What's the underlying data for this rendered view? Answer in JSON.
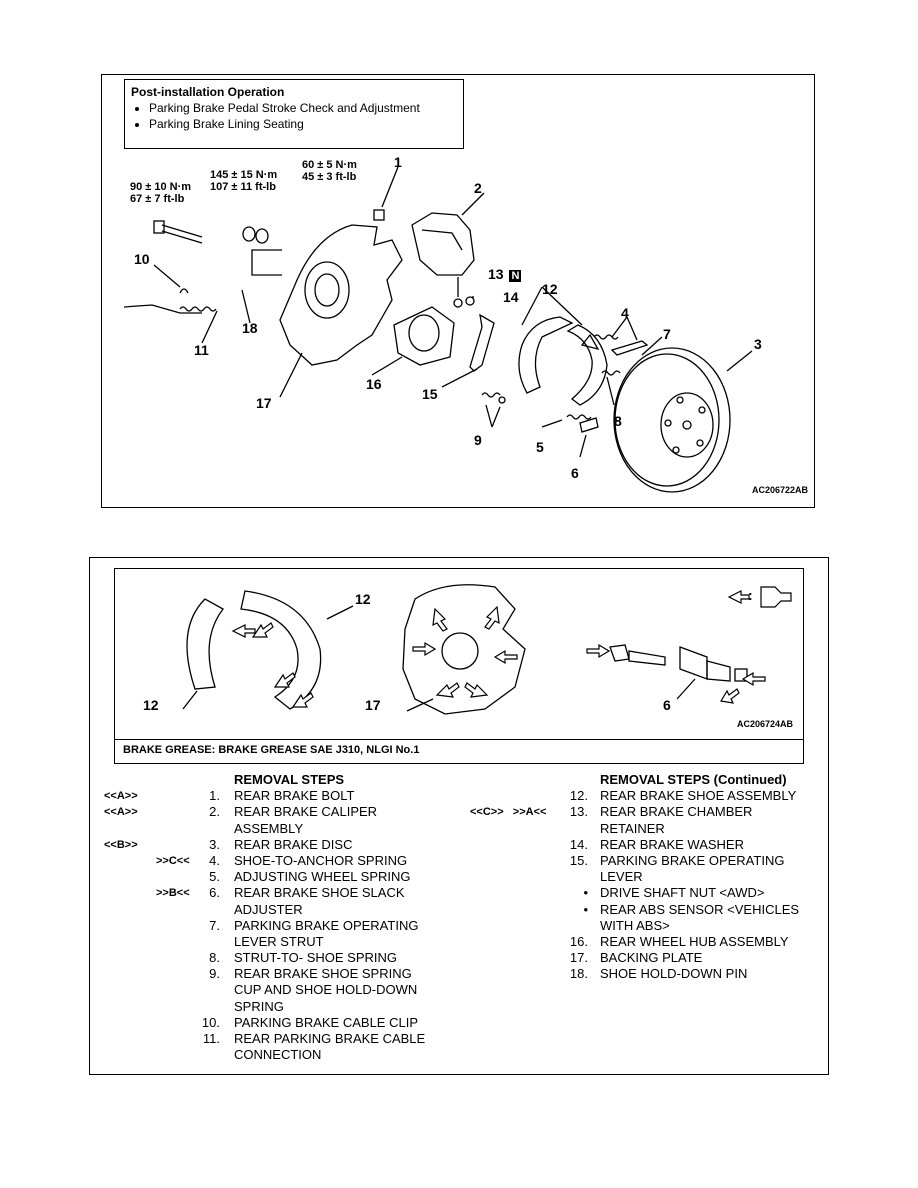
{
  "post_install": {
    "title": "Post-installation Operation",
    "items": [
      "Parking Brake Pedal Stroke Check and Adjustment",
      "Parking Brake Lining Seating"
    ]
  },
  "torques": {
    "t1": {
      "nm": "60 ± 5 N·m",
      "ftlb": "45 ± 3 ft-lb"
    },
    "t2": {
      "nm": "145 ± 15 N·m",
      "ftlb": "107 ± 11 ft-lb"
    },
    "t3": {
      "nm": "90 ± 10 N·m",
      "ftlb": "67 ± 7 ft-lb"
    }
  },
  "callouts": [
    "1",
    "2",
    "3",
    "4",
    "5",
    "6",
    "7",
    "8",
    "9",
    "10",
    "11",
    "12",
    "13",
    "14",
    "15",
    "16",
    "17",
    "18"
  ],
  "new_part_marker": "N",
  "fig1_code": "AC206722AB",
  "fig2": {
    "labels": {
      "shoe_right": "12",
      "shoe_left": "12",
      "plate": "17",
      "adjuster": "6"
    },
    "legend_sep": ":",
    "code": "AC206724AB",
    "grease": "BRAKE GREASE: BRAKE GREASE SAE J310, NLGI No.1"
  },
  "steps_left": {
    "header": "REMOVAL STEPS",
    "rows": [
      {
        "sym": "<<A>>",
        "n": "1.",
        "t": "REAR BRAKE BOLT"
      },
      {
        "sym": "<<A>>",
        "n": "2.",
        "t": "REAR BRAKE CALIPER"
      },
      {
        "sym": "",
        "n": "",
        "t": "ASSEMBLY"
      },
      {
        "sym": "<<B>>",
        "n": "3.",
        "t": "REAR BRAKE DISC"
      },
      {
        "sym": ">>C<<",
        "n": "4.",
        "t": "SHOE-TO-ANCHOR SPRING"
      },
      {
        "sym": "",
        "n": "5.",
        "t": "ADJUSTING WHEEL SPRING"
      },
      {
        "sym": ">>B<<",
        "n": "6.",
        "t": "REAR BRAKE SHOE SLACK"
      },
      {
        "sym": "",
        "n": "",
        "t": "ADJUSTER"
      },
      {
        "sym": "",
        "n": "7.",
        "t": "PARKING BRAKE OPERATING"
      },
      {
        "sym": "",
        "n": "",
        "t": "LEVER STRUT"
      },
      {
        "sym": "",
        "n": "8.",
        "t": "STRUT-TO- SHOE SPRING"
      },
      {
        "sym": "",
        "n": "9.",
        "t": "REAR BRAKE SHOE SPRING"
      },
      {
        "sym": "",
        "n": "",
        "t": "CUP AND SHOE HOLD-DOWN"
      },
      {
        "sym": "",
        "n": "",
        "t": "SPRING"
      },
      {
        "sym": "",
        "n": "10.",
        "t": "PARKING BRAKE CABLE CLIP"
      },
      {
        "sym": "",
        "n": "11.",
        "t": "REAR PARKING BRAKE CABLE"
      },
      {
        "sym": "",
        "n": "",
        "t": "CONNECTION"
      }
    ]
  },
  "steps_right": {
    "header": "REMOVAL STEPS (Continued)",
    "rows": [
      {
        "sym": "",
        "n": "12.",
        "t": "REAR BRAKE SHOE ASSEMBLY"
      },
      {
        "sym": "<<C>>   >>A<<",
        "n": "13.",
        "t": "REAR BRAKE CHAMBER"
      },
      {
        "sym": "",
        "n": "",
        "t": "RETAINER"
      },
      {
        "sym": "",
        "n": "14.",
        "t": "REAR BRAKE WASHER"
      },
      {
        "sym": "",
        "n": "15.",
        "t": "PARKING BRAKE OPERATING"
      },
      {
        "sym": "",
        "n": "",
        "t": "LEVER"
      },
      {
        "sym": "",
        "n": "•",
        "t": "DRIVE SHAFT NUT <AWD>"
      },
      {
        "sym": "",
        "n": "•",
        "t": "REAR ABS SENSOR <VEHICLES"
      },
      {
        "sym": "",
        "n": "",
        "t": "WITH ABS>"
      },
      {
        "sym": "",
        "n": "16.",
        "t": "REAR WHEEL HUB ASSEMBLY"
      },
      {
        "sym": "",
        "n": "17.",
        "t": "BACKING PLATE"
      },
      {
        "sym": "",
        "n": "18.",
        "t": "SHOE HOLD-DOWN PIN"
      }
    ]
  }
}
